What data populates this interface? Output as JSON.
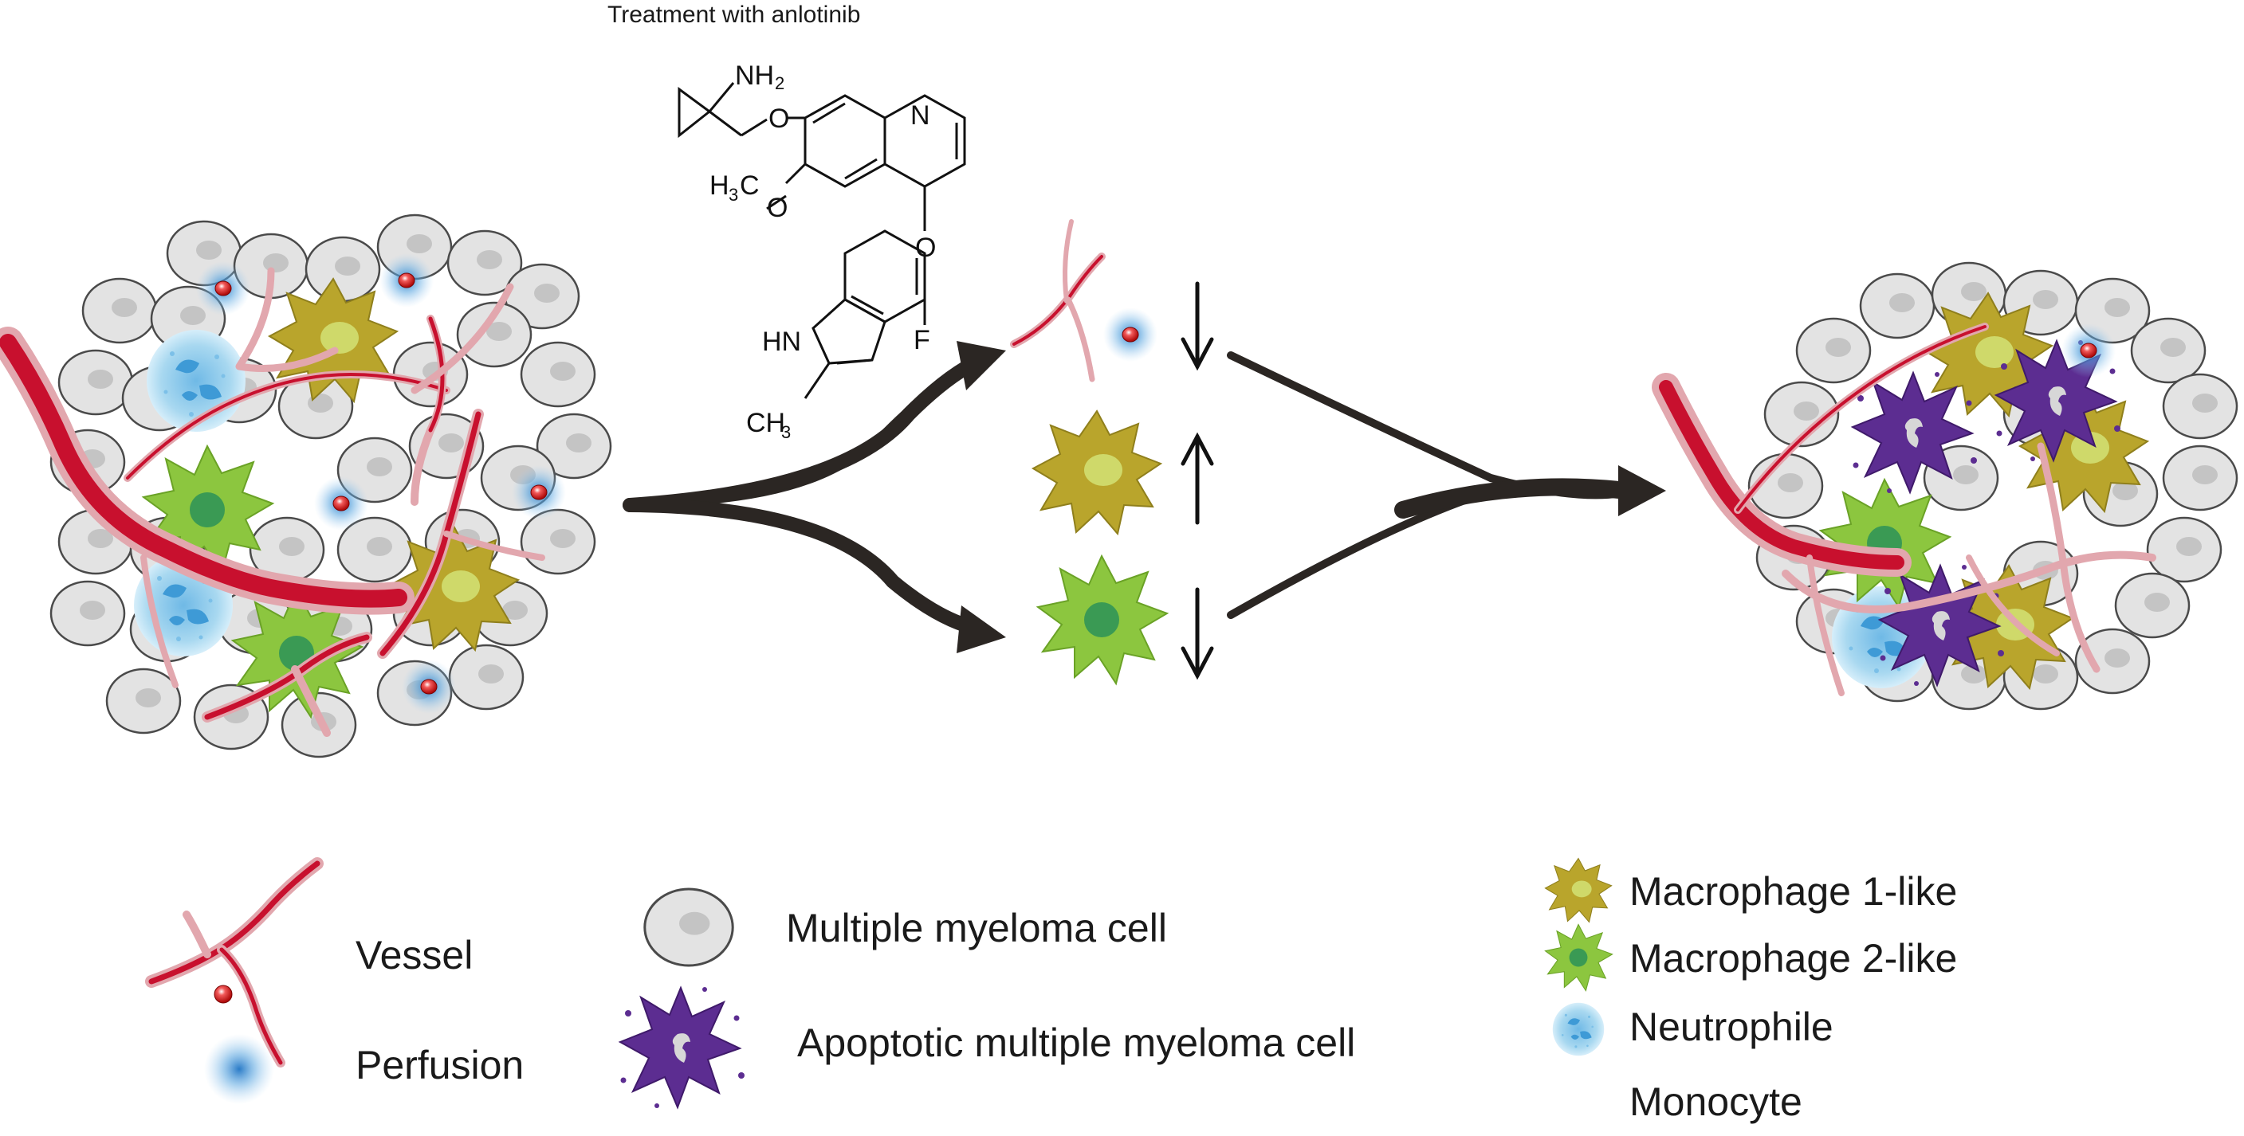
{
  "figure": {
    "treatment_label": "Treatment with anlotinib"
  },
  "structure": {
    "nh2": "NH",
    "nh2_sub": "2",
    "n": "N",
    "o_top": "O",
    "o_mid": "O",
    "o_lower": "O",
    "h3c": "H",
    "h3c_sub": "3",
    "h3c_c": "C",
    "f": "F",
    "hn": "HN",
    "ch3": "CH",
    "ch3_sub": "3"
  },
  "legend": {
    "vessel": "Vessel",
    "perfusion": "Perfusion",
    "mm_cell": "Multiple myeloma cell",
    "apoptotic_cell": "Apoptotic multiple myeloma cell",
    "m1": "Macrophage 1-like",
    "m2": "Macrophage 2-like",
    "neutrophile": "Neutrophile",
    "monocyte": "Monocyte"
  },
  "colors": {
    "mm_cell_fill": "#e3e3e3",
    "mm_nucleus": "#c4c4c4",
    "vessel": "#c8102e",
    "vessel_light": "#e7a0a8",
    "perfusion": "#3a8fd6",
    "m1": "#b9a52c",
    "m2": "#8cc63f",
    "neutrophile": "#a8d8f0",
    "monocyte": "#f4b899",
    "apoptotic": "#5c2d91",
    "arrow": "#2b2623"
  },
  "icons": {
    "up_arrow": "up-arrow-icon",
    "down_arrow": "down-arrow-icon"
  }
}
